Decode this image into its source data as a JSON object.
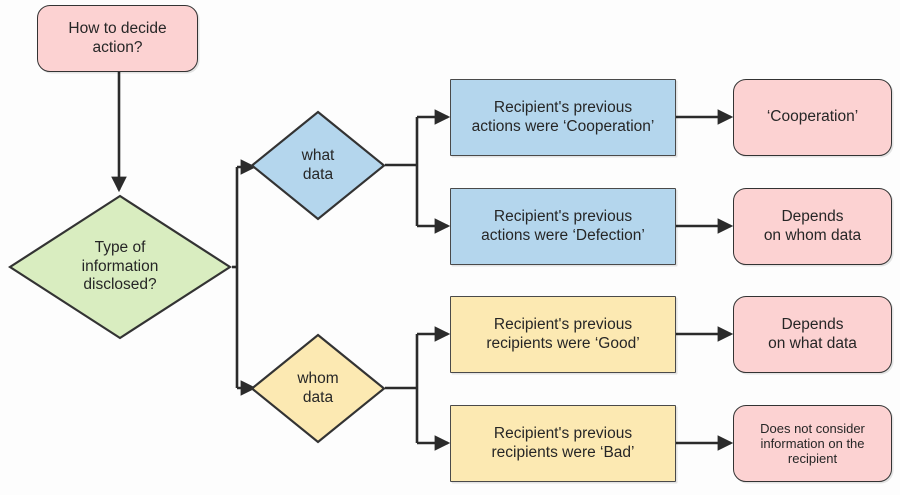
{
  "diagram": {
    "title": "How to decide action decision flowchart",
    "background": "#fdfdfd",
    "colors": {
      "pink": "#fcd2d2",
      "green": "#d9edc0",
      "blue": "#b4d6ed",
      "yellow": "#fce9b2",
      "stroke": "#333333",
      "edge": "#2b2b2b",
      "text": "#262626"
    }
  },
  "nodes": {
    "start": {
      "label": "How to decide\naction?",
      "line1": "How to decide",
      "line2": "action?",
      "shape": "rounded-rect",
      "color": "pink"
    },
    "type_of_information": {
      "label": "Type of\ninformation\ndisclosed?",
      "line1": "Type of",
      "line2": "information",
      "line3": "disclosed?",
      "shape": "diamond",
      "color": "green"
    },
    "what_data": {
      "label": "what\ndata",
      "line1": "what",
      "line2": "data",
      "shape": "diamond",
      "color": "blue"
    },
    "whom_data": {
      "label": "whom\ndata",
      "line1": "whom",
      "line2": "data",
      "shape": "diamond",
      "color": "yellow"
    },
    "actions_cooperation": {
      "label": "Recipient's previous\nactions were ‘Cooperation’",
      "line1": "Recipient's previous",
      "line2": "actions were ‘Cooperation’",
      "shape": "rect",
      "color": "blue"
    },
    "actions_defection": {
      "label": "Recipient's previous\nactions were ‘Defection’",
      "line1": "Recipient's previous",
      "line2": "actions were ‘Defection’",
      "shape": "rect",
      "color": "blue"
    },
    "recipients_good": {
      "label": "Recipient's previous\nrecipients were ‘Good’",
      "line1": "Recipient's previous",
      "line2": "recipients were ‘Good’",
      "shape": "rect",
      "color": "yellow"
    },
    "recipients_bad": {
      "label": "Recipient's previous\nrecipients were ‘Bad’",
      "line1": "Recipient's previous",
      "line2": "recipients were ‘Bad’",
      "shape": "rect",
      "color": "yellow"
    },
    "outcome_cooperation": {
      "label": "‘Cooperation’",
      "line1": "‘Cooperation’",
      "shape": "rounded-rect",
      "color": "pink"
    },
    "outcome_depends_whom": {
      "label": "Depends\non whom data",
      "line1": "Depends",
      "line2": "on whom data",
      "shape": "rounded-rect",
      "color": "pink"
    },
    "outcome_depends_what": {
      "label": "Depends\non what data",
      "line1": "Depends",
      "line2": "on what data",
      "shape": "rounded-rect",
      "color": "pink"
    },
    "outcome_no_consider": {
      "label": "Does not consider\ninformation on the\nrecipient",
      "line1": "Does not consider",
      "line2": "information on the",
      "line3": "recipient",
      "shape": "rounded-rect",
      "color": "pink"
    }
  },
  "edges": [
    {
      "from": "start",
      "to": "type_of_information"
    },
    {
      "from": "type_of_information",
      "to": "what_data"
    },
    {
      "from": "type_of_information",
      "to": "whom_data"
    },
    {
      "from": "what_data",
      "to": "actions_cooperation"
    },
    {
      "from": "what_data",
      "to": "actions_defection"
    },
    {
      "from": "whom_data",
      "to": "recipients_good"
    },
    {
      "from": "whom_data",
      "to": "recipients_bad"
    },
    {
      "from": "actions_cooperation",
      "to": "outcome_cooperation"
    },
    {
      "from": "actions_defection",
      "to": "outcome_depends_whom"
    },
    {
      "from": "recipients_good",
      "to": "outcome_depends_what"
    },
    {
      "from": "recipients_bad",
      "to": "outcome_no_consider"
    }
  ]
}
